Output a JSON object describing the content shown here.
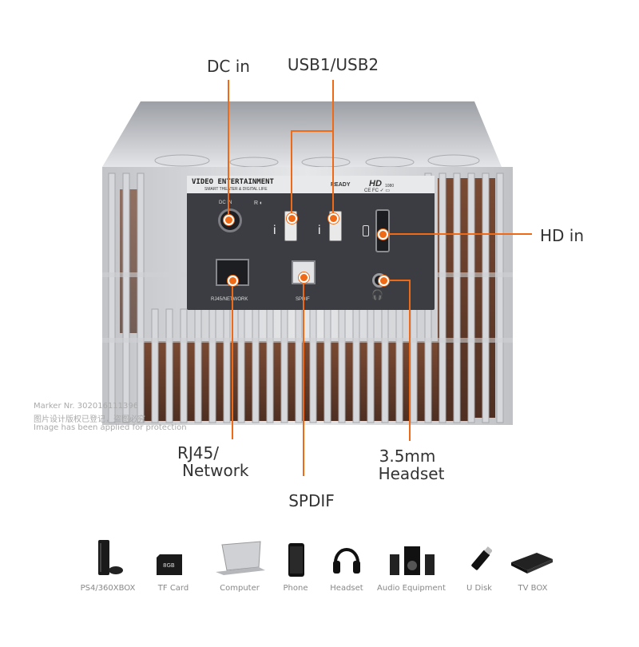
{
  "callouts": {
    "dc_in": "DC in",
    "usb": "USB1/USB2",
    "hd_in": "HD in",
    "rj45_line1": "RJ45/",
    "rj45_line2": "Network",
    "spdif": "SPDIF",
    "headset_line1": "3.5mm",
    "headset_line2": "Headset"
  },
  "panel": {
    "brand_title": "VIDEO ENTERTAINMENT",
    "brand_subtitle": "SMART THEATER & DIGITAL LIFE",
    "dc_label": "DC IN",
    "rj45_label": "RJ45/NETWORK",
    "spdif_label": "SPDIF",
    "ready_label": "READY",
    "hd_label": "HD",
    "hd_sub": "1080"
  },
  "watermark": {
    "line1": "Marker Nr. 302016111396",
    "line2": "图片设计版权已登记，盗图必究",
    "line3": "Image has been applied for protection"
  },
  "devices": [
    {
      "label": "PS4/360XBOX",
      "icon": "game-console-icon"
    },
    {
      "label": "TF Card",
      "icon": "tf-card-icon"
    },
    {
      "label": "Computer",
      "icon": "laptop-icon"
    },
    {
      "label": "Phone",
      "icon": "phone-icon"
    },
    {
      "label": "Headset",
      "icon": "headphones-icon"
    },
    {
      "label": "Audio Equipment",
      "icon": "speakers-icon"
    },
    {
      "label": "U Disk",
      "icon": "usb-drive-icon"
    },
    {
      "label": "TV BOX",
      "icon": "tv-box-icon"
    }
  ],
  "colors": {
    "accent": "#ee6a16",
    "panel": "#3b3d42",
    "body": "#c9cbcf"
  }
}
